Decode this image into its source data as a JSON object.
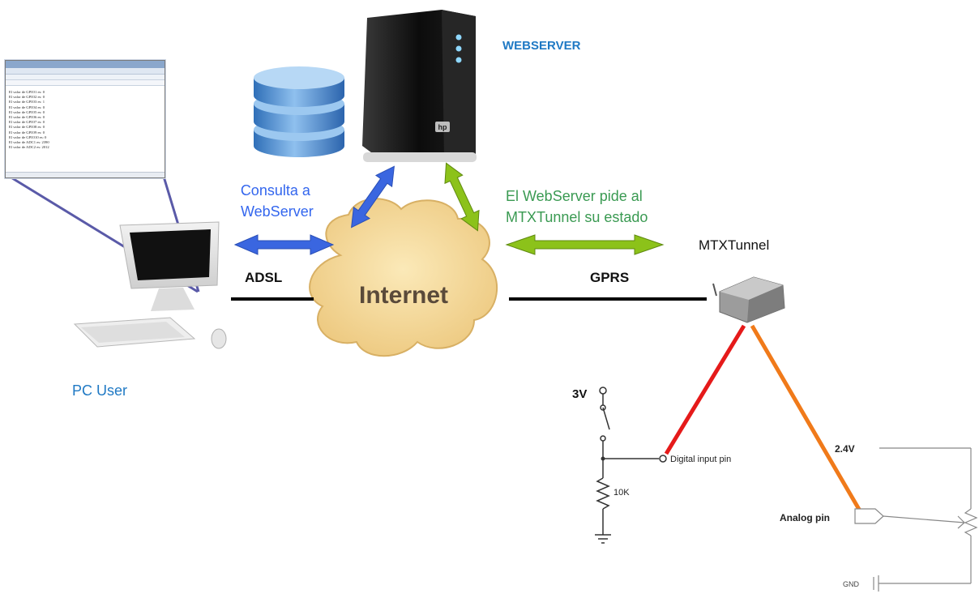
{
  "labels": {
    "webserver": "WEBSERVER",
    "consulta_line1": "Consulta a",
    "consulta_line2": "WebServer",
    "pide_line1": "El WebServer pide al",
    "pide_line2": "MTXTunnel su estado",
    "mtxtunnel": "MTXTunnel",
    "adsl": "ADSL",
    "gprs": "GPRS",
    "internet": "Internet",
    "pc_user": "PC User"
  },
  "circuit": {
    "voltage_3v": "3V",
    "digital_input": "Digital input pin",
    "resistor": "10K",
    "voltage_24": "2.4V",
    "analog_pin": "Analog pin",
    "gnd": "GND"
  },
  "browser_lines": [
    "El valor de GPIO1 es: 0",
    "El valor de GPIO2 es: 0",
    "El valor de GPIO3 es: 1",
    "El valor de GPIO4 es: 0",
    "El valor de GPIO5 es: 0",
    "El valor de GPIO6 es: 0",
    "El valor de GPIO7 es: 0",
    "El valor de GPIO8 es: 0",
    "El valor de GPIO9 es: 0",
    "El valor de GPIO10 es: 0",
    "El valor de ADC1 es: 2390",
    "El valor de ADC2 es: 2012"
  ],
  "colors": {
    "blue_arrow": "#3a66e0",
    "green_arrow": "#8cc21a",
    "red_wire": "#e51a1a",
    "orange_wire": "#f07a1a",
    "cloud": "#f3d89a"
  }
}
